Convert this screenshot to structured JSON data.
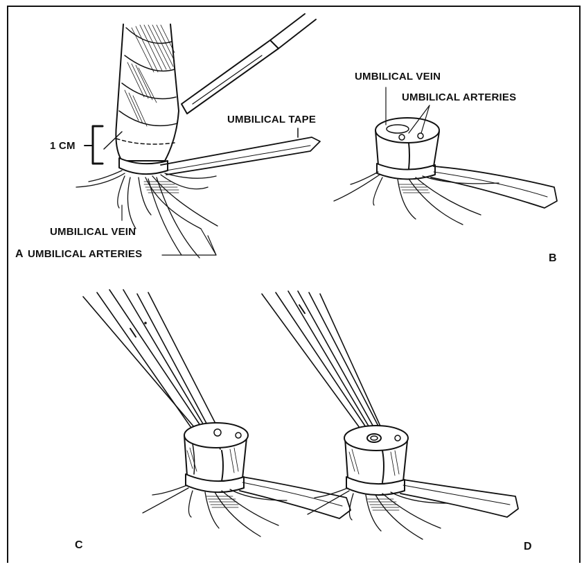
{
  "panels": {
    "a": "A",
    "b": "B",
    "c": "C",
    "d": "D"
  },
  "labels": {
    "cm": "1 CM",
    "tape": "UMBILICAL TAPE",
    "vein_a": "UMBILICAL VEIN",
    "arteries_a": "UMBILICAL ARTERIES",
    "vein_b": "UMBILICAL VEIN",
    "arteries_b": "UMBILICAL ARTERIES"
  }
}
